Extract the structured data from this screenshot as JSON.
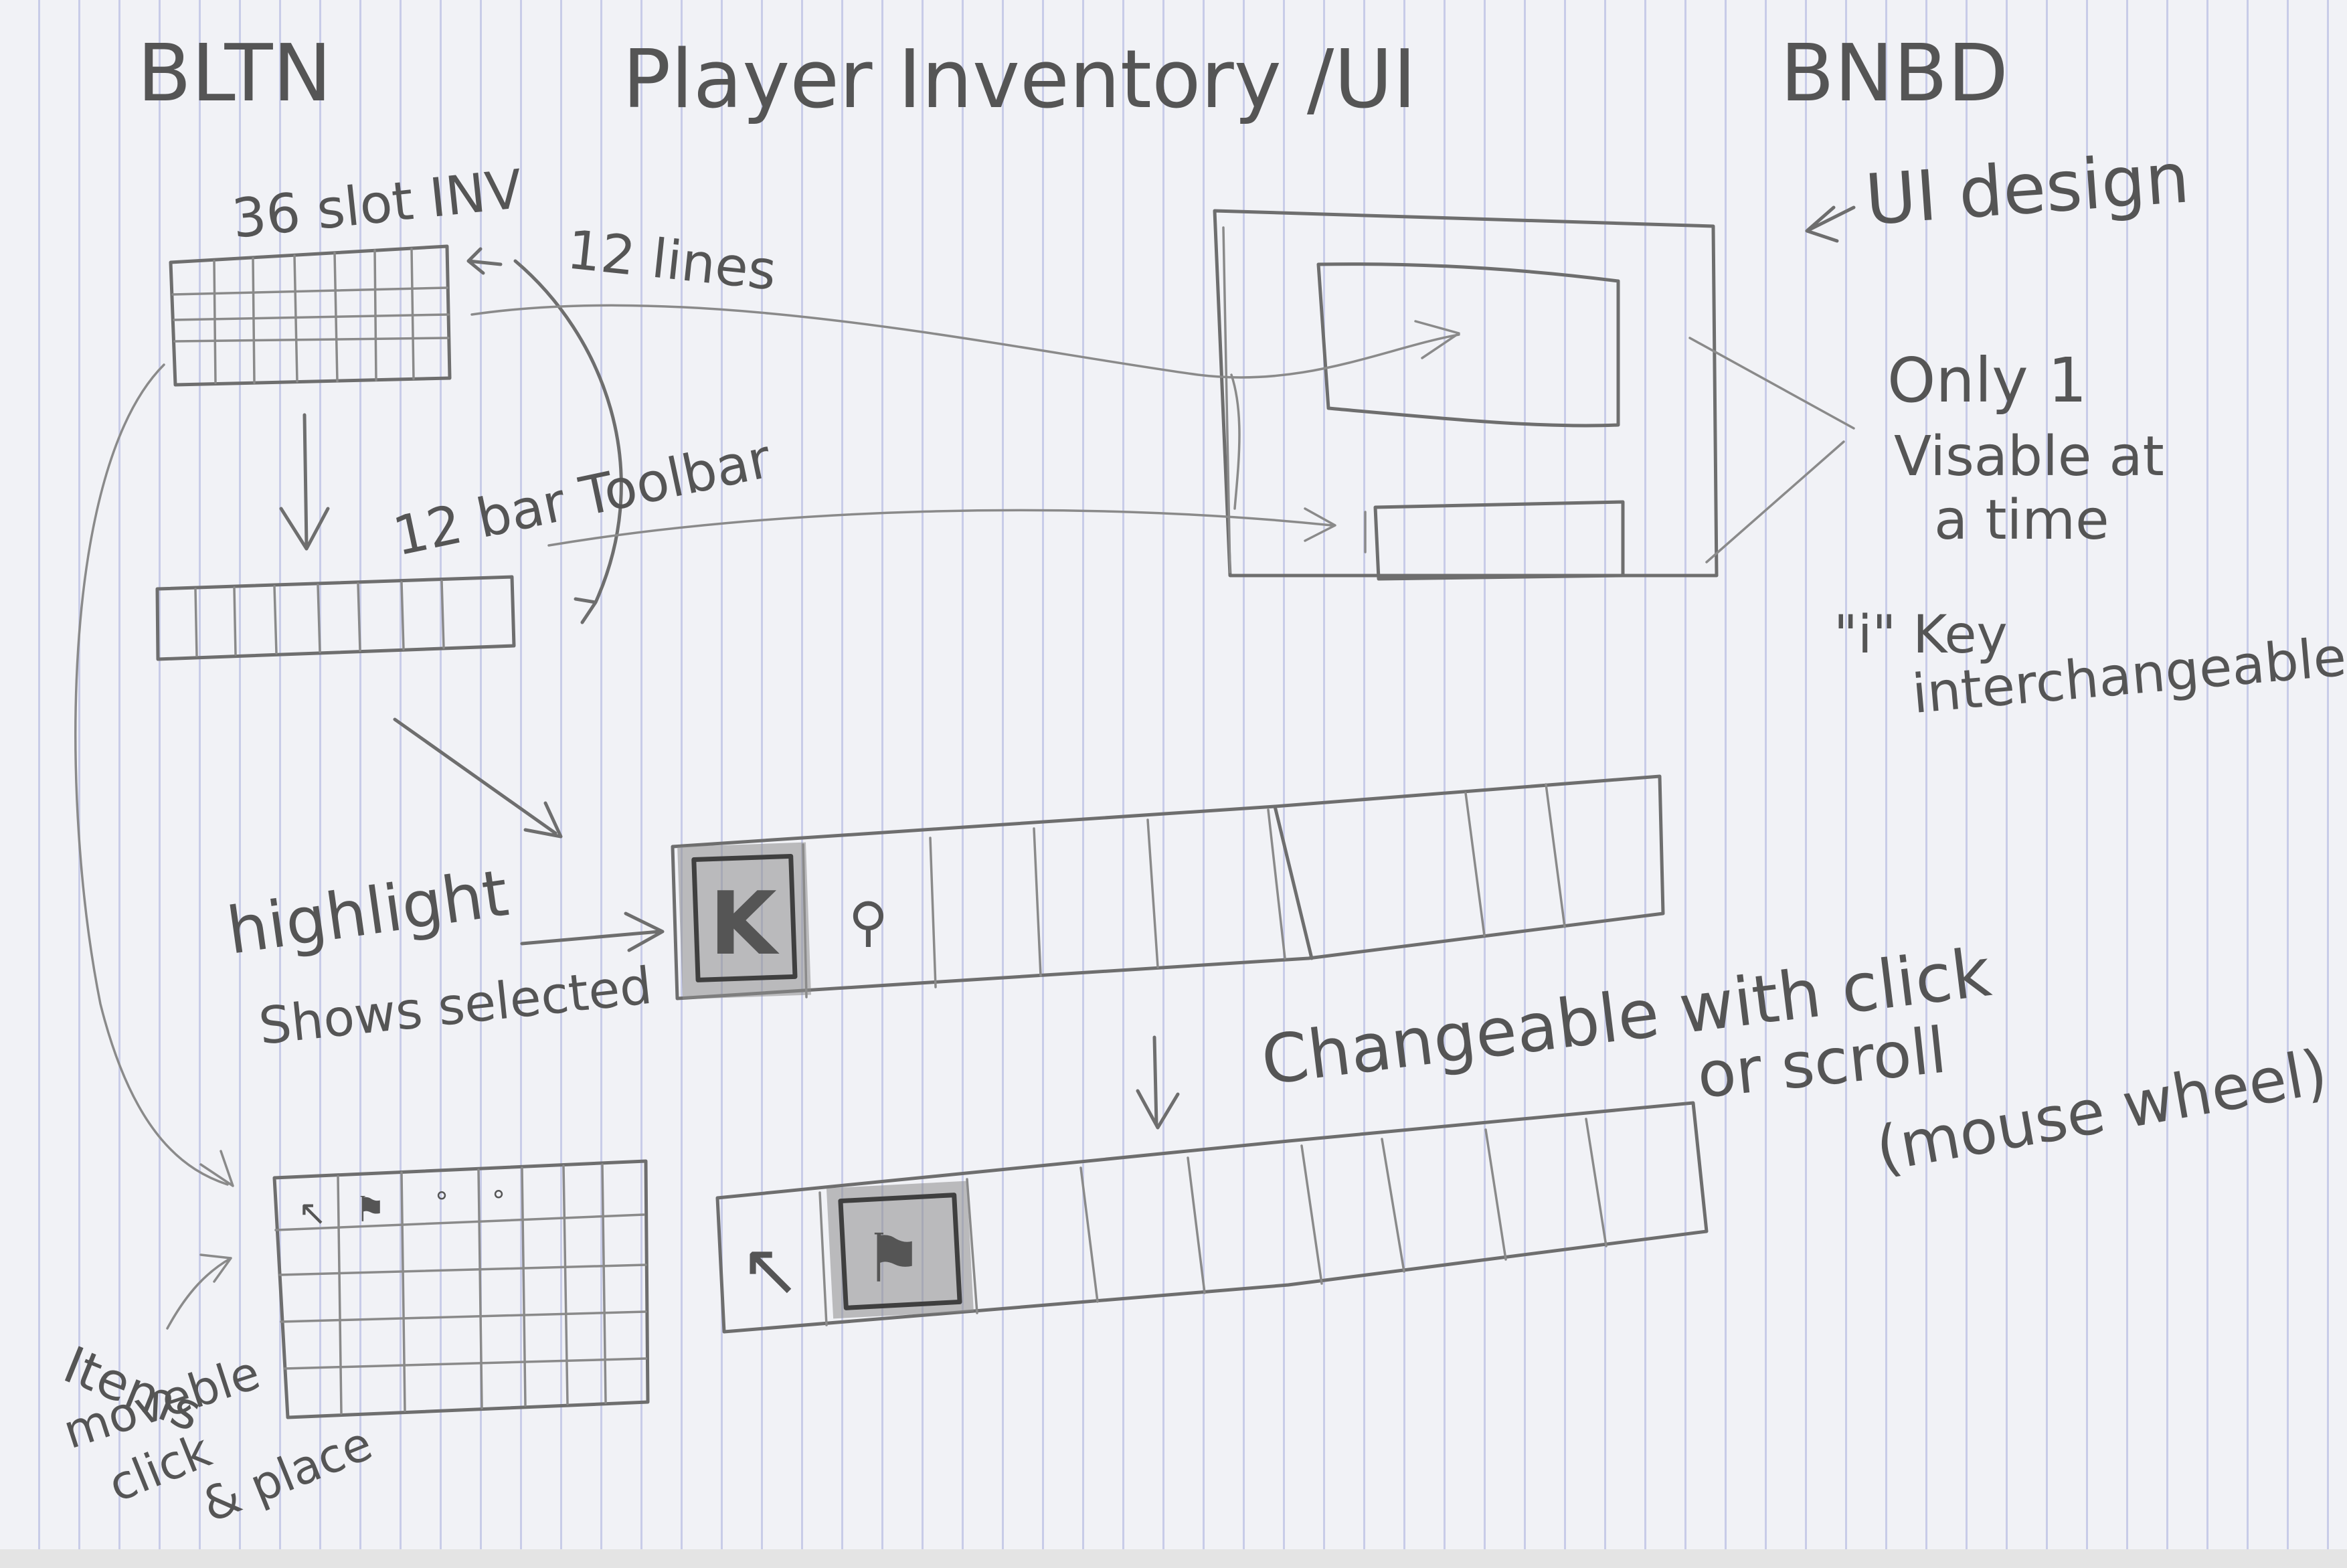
{
  "header": {
    "left_tag": "BLTN",
    "title": "Player Inventory /UI",
    "right_tag": "BNBD"
  },
  "inventory": {
    "label": "36 slot INV",
    "lines_label": "12 lines"
  },
  "toolbar": {
    "label": "12 bar Toolbar"
  },
  "ui_design": {
    "label": "UI design",
    "note_lines": [
      "Only 1",
      "Visable at",
      "a time"
    ],
    "key_note_lines": [
      "\"i\" Key",
      "interchangeable"
    ]
  },
  "hotbar_selected": {
    "highlight_lines": [
      "highlight",
      "Shows selected"
    ],
    "slot_glyphs": [
      "K",
      "⚲"
    ]
  },
  "hotbar_changed": {
    "change_lines": [
      "Changeable with click",
      "or scroll",
      "(mouse wheel)"
    ],
    "slot_glyphs": [
      "↖",
      "⚑"
    ]
  },
  "inventory_grid": {
    "slot_glyphs": [
      "↖",
      "⚑",
      "°",
      "°"
    ],
    "move_lines": [
      "Items",
      "moveble",
      "click",
      "& place"
    ]
  }
}
